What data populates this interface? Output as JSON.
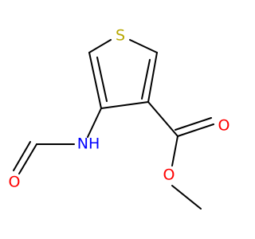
{
  "molecule": {
    "atoms": {
      "sulfur": "S",
      "amine_n": "NH",
      "formyl_o": "O",
      "carbonyl_o": "O",
      "ester_o": "O"
    },
    "colors": {
      "bond": "#000000",
      "sulfur": "#b8a800",
      "nitrogen": "#0000ff",
      "oxygen": "#ff0000"
    }
  }
}
